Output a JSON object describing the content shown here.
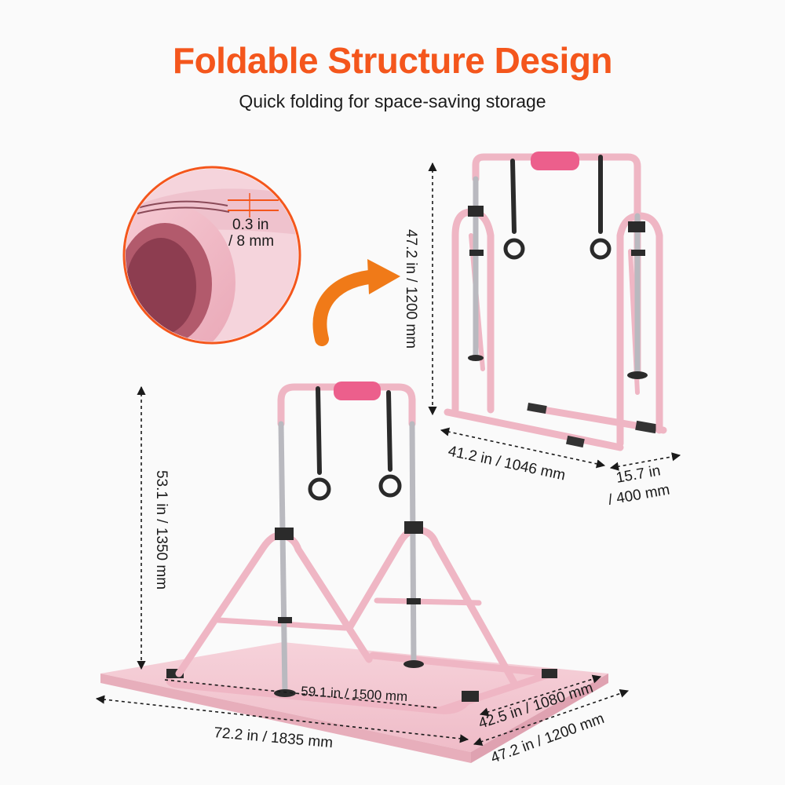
{
  "heading": {
    "title": "Foldable Structure Design",
    "subtitle": "Quick folding for space-saving storage"
  },
  "callout": {
    "thickness_in": "0.3 in",
    "thickness_mm": "/ 8 mm"
  },
  "folded": {
    "height": "47.2 in / 1200 mm",
    "width": "41.2 in / 1046 mm",
    "depth_in": "15.7 in",
    "depth_mm": "/ 400 mm"
  },
  "unfolded": {
    "height": "53.1 in / 1350 mm",
    "inner_length": "59.1 in / 1500 mm",
    "inner_width": "42.5 in / 1080 mm",
    "mat_length": "72.2 in / 1835 mm",
    "mat_width": "47.2 in / 1200 mm"
  },
  "colors": {
    "title": "#f4561c",
    "frame_pink": "#f2b8c6",
    "pad_pink": "#ec5f8c",
    "mat_pink": "#f3c9d3",
    "arrow_orange": "#f07a18"
  }
}
